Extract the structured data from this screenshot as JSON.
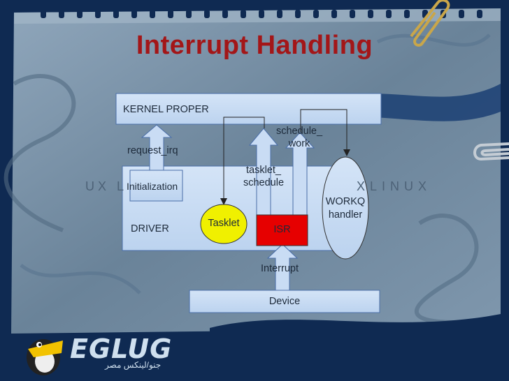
{
  "slide": {
    "title": "Interrupt Handling",
    "colors": {
      "background": "#0f2a52",
      "paper": "#6f8aa3",
      "box_fill": "#c9dcf4",
      "box_stroke": "#4a6ea8",
      "title": "#a31618",
      "tasklet": "#f0f000",
      "isr": "#e60000"
    }
  },
  "diagram": {
    "kernel_label": "KERNEL PROPER",
    "driver_label": "DRIVER",
    "initialization_label": "Initialization",
    "request_irq_label": "request_irq",
    "tasklet_schedule_label_1": "tasklet_",
    "tasklet_schedule_label_2": "schedule",
    "schedule_work_label_1": "schedule_",
    "schedule_work_label_2": "work",
    "tasklet_label": "Tasklet",
    "isr_label": "ISR",
    "workq_label_1": "WORKQ",
    "workq_label_2": "handler",
    "interrupt_label": "Interrupt",
    "device_label": "Device"
  },
  "branding": {
    "logo_text": "EGLUG",
    "logo_subtitle": "جنو/لينكس مصر",
    "logo_icon": "penguin-icon",
    "watermark_left": "UX L",
    "watermark_right": "XLINUX"
  }
}
